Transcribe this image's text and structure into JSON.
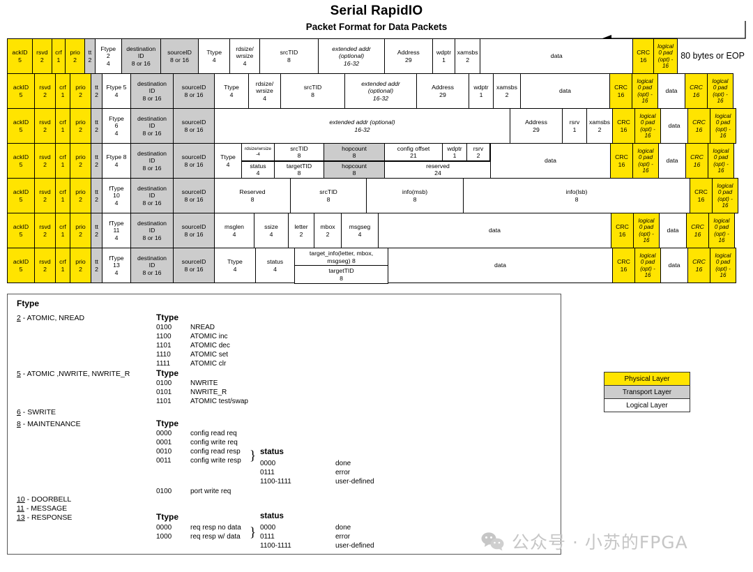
{
  "title": {
    "main": "Serial RapidIO",
    "sub": "Packet Format for Data Packets"
  },
  "colors": {
    "physical_layer": "#ffe400",
    "transport_layer": "#cccccc",
    "logical_layer": "#ffffff",
    "border": "#000000",
    "watermark": "#c6c6c6"
  },
  "annotation": {
    "span_label": "80 bytes or EOP"
  },
  "common": {
    "ackID": {
      "name": "ackID",
      "bits": "5"
    },
    "rsvd": {
      "name": "rsvd",
      "bits": "2"
    },
    "crf": {
      "name": "crf",
      "bits": "1"
    },
    "prio": {
      "name": "prio",
      "bits": "2"
    },
    "tt": {
      "name": "tt",
      "bits": "2"
    },
    "destID": {
      "name": "destination ID",
      "bits": "8 or 16"
    },
    "sourceID": {
      "name": "sourceID",
      "bits": "8 or 16"
    },
    "crc": {
      "name": "CRC",
      "bits": "16"
    },
    "pad_l1": "logical",
    "pad_l2": "0 pad",
    "pad_l3": "(opt) -",
    "pad_l4": "16",
    "data": "data"
  },
  "rows": [
    {
      "id": "ftype-2",
      "ftype": {
        "name": "Ftype",
        "num": "2",
        "bits": "4"
      },
      "ftype_inline": false,
      "fields": [
        {
          "name": "Ttype",
          "bits": "4"
        },
        {
          "name": "rdsize/",
          "name2": "wrsize",
          "bits": "4"
        },
        {
          "name": "srcTID",
          "bits": "8"
        },
        {
          "name": "extended addr",
          "name2": "(optional)",
          "bits": "16-32",
          "italic": true
        },
        {
          "name": "Address",
          "bits": "29"
        },
        {
          "name": "wdptr",
          "bits": "1"
        },
        {
          "name": "xamsbs",
          "bits": "2"
        }
      ],
      "has_tail": false
    },
    {
      "id": "ftype-5",
      "ftype": {
        "name": "Ftype 5",
        "num": "5",
        "bits": "4"
      },
      "ftype_inline": true,
      "fields": [
        {
          "name": "Ttype",
          "bits": "4"
        },
        {
          "name": "rdsize/",
          "name2": "wrsize",
          "bits": "4"
        },
        {
          "name": "srcTID",
          "bits": "8"
        },
        {
          "name": "extended addr",
          "name2": "(optional)",
          "bits": "16-32",
          "italic": true
        },
        {
          "name": "Address",
          "bits": "29"
        },
        {
          "name": "wdptr",
          "bits": "1"
        },
        {
          "name": "xamsbs",
          "bits": "2"
        }
      ],
      "has_tail": true
    },
    {
      "id": "ftype-6",
      "ftype": {
        "name": "Ftype",
        "num": "6",
        "bits": "4"
      },
      "ftype_inline": false,
      "fields": [
        {
          "name": "extended addr (optional)",
          "bits": "16-32",
          "italic": true,
          "wide": true
        },
        {
          "name": "Address",
          "bits": "29"
        },
        {
          "name": "rsrv",
          "bits": "1"
        },
        {
          "name": "xamsbs",
          "bits": "2"
        }
      ],
      "has_tail": true
    },
    {
      "id": "ftype-8",
      "ftype": {
        "name": "Ftype 8",
        "num": "8",
        "bits": "4"
      },
      "ftype_inline": true,
      "fields": [
        {
          "name": "Ttype",
          "bits": "4"
        }
      ],
      "split": {
        "top": [
          {
            "name": "rdsize/wrsize",
            "bits": "-4",
            "tiny": true
          },
          {
            "name": "srcTID",
            "bits": "8"
          },
          {
            "name": "hopcount",
            "bits": "8",
            "layer": "tran"
          },
          {
            "name": "config offset",
            "bits": "21"
          },
          {
            "name": "wdptr",
            "bits": "1"
          },
          {
            "name": "rsrv",
            "bits": "2"
          }
        ],
        "bottom": [
          {
            "name": "status",
            "bits": "4"
          },
          {
            "name": "targetTID",
            "bits": "8"
          },
          {
            "name": "hopcount",
            "bits": "8",
            "layer": "tran"
          },
          {
            "name": "reserved",
            "bits": "24"
          }
        ]
      },
      "has_tail": true
    },
    {
      "id": "ftype-10",
      "ftype": {
        "name": "fType",
        "num": "10",
        "bits": "4"
      },
      "ftype_inline": false,
      "fields": [
        {
          "name": "Reserved",
          "bits": "8"
        },
        {
          "name": "srcTID",
          "bits": "8"
        },
        {
          "name": "info(msb)",
          "bits": "8"
        },
        {
          "name": "info(lsb)",
          "bits": "8"
        }
      ],
      "has_tail": false
    },
    {
      "id": "ftype-11",
      "ftype": {
        "name": "fType",
        "num": "11",
        "bits": "4"
      },
      "ftype_inline": false,
      "fields": [
        {
          "name": "msglen",
          "bits": "4"
        },
        {
          "name": "ssize",
          "bits": "4"
        },
        {
          "name": "letter",
          "bits": "2"
        },
        {
          "name": "mbox",
          "bits": "2"
        },
        {
          "name": "msgseg",
          "bits": "4"
        },
        {
          "name": "data",
          "bits": ""
        }
      ],
      "has_tail": true
    },
    {
      "id": "ftype-13",
      "ftype": {
        "name": "fType",
        "num": "13",
        "bits": "4"
      },
      "ftype_inline": false,
      "fields": [
        {
          "name": "Ttype",
          "bits": "4"
        },
        {
          "name": "status",
          "bits": "4"
        }
      ],
      "split13": {
        "top": {
          "name": "target_info(letter, mbox,",
          "name2": "msgseg)  8"
        },
        "bottom": {
          "name": "targetTID",
          "bits": "8"
        }
      },
      "tail_data": "data",
      "has_tail": true
    }
  ],
  "ftype_legend": {
    "heading": "Ftype",
    "entries": [
      {
        "num": "2",
        "label": "ATOMIC, NREAD"
      },
      {
        "num": "5",
        "label": "ATOMIC ,NWRITE, NWRITE_R"
      },
      {
        "num": "6",
        "label": "SWRITE"
      },
      {
        "num": "8",
        "label": "MAINTENANCE"
      },
      {
        "num": "10",
        "label": "DOORBELL"
      },
      {
        "num": "11",
        "label": "MESSAGE"
      },
      {
        "num": "13",
        "label": "RESPONSE"
      }
    ],
    "ttype_heading": "Ttype",
    "status_heading": "status",
    "group_2": [
      {
        "code": "0100",
        "desc": "NREAD"
      },
      {
        "code": "1100",
        "desc": "ATOMIC inc"
      },
      {
        "code": "1101",
        "desc": "ATOMIC dec"
      },
      {
        "code": "1110",
        "desc": "ATOMIC set"
      },
      {
        "code": "1111",
        "desc": "ATOMIC clr"
      }
    ],
    "group_5": [
      {
        "code": "0100",
        "desc": "NWRITE"
      },
      {
        "code": "0101",
        "desc": "NWRITE_R"
      },
      {
        "code": "1101",
        "desc": "ATOMIC test/swap"
      }
    ],
    "group_8": [
      {
        "code": "0000",
        "desc": "config read req"
      },
      {
        "code": "0001",
        "desc": "config write req"
      },
      {
        "code": "0010",
        "desc": "config read resp"
      },
      {
        "code": "0011",
        "desc": "config write resp"
      },
      {
        "code": "0100",
        "desc": "port write req"
      }
    ],
    "group_8_status": [
      {
        "code": "0000",
        "desc": "done"
      },
      {
        "code": "0111",
        "desc": "error"
      },
      {
        "code": "1100-1111",
        "desc": "user-defined"
      }
    ],
    "group_13": [
      {
        "code": "0000",
        "desc": "req resp no data"
      },
      {
        "code": "1000",
        "desc": "req resp w/ data"
      }
    ],
    "group_13_status": [
      {
        "code": "0000",
        "desc": "done"
      },
      {
        "code": "0111",
        "desc": "error"
      },
      {
        "code": "1100-1111",
        "desc": "user-defined"
      }
    ]
  },
  "layer_legend": [
    {
      "label": "Physical Layer",
      "layer": "phy"
    },
    {
      "label": "Transport Layer",
      "layer": "tran"
    },
    {
      "label": "Logical Layer",
      "layer": "logi"
    }
  ],
  "watermark": {
    "text": "公众号 · 小苏的FPGA"
  }
}
